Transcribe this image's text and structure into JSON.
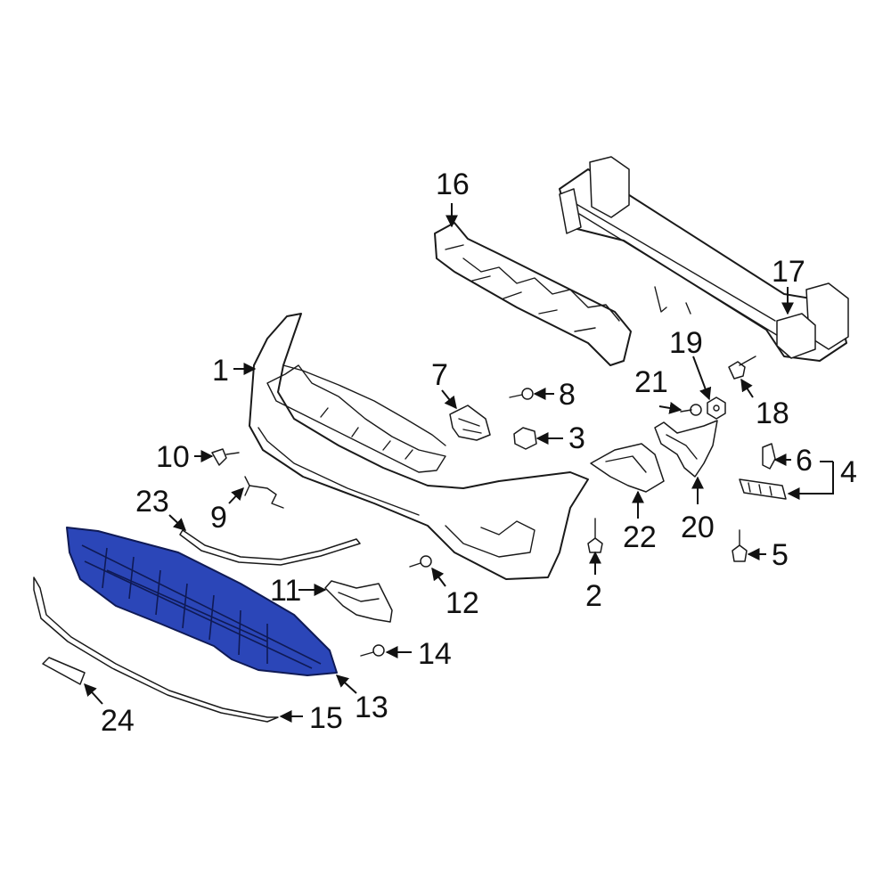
{
  "diagram": {
    "highlight_color": "#2b46b8",
    "callouts": [
      {
        "id": "c1",
        "label": "1"
      },
      {
        "id": "c2",
        "label": "2"
      },
      {
        "id": "c3",
        "label": "3"
      },
      {
        "id": "c4",
        "label": "4"
      },
      {
        "id": "c5",
        "label": "5"
      },
      {
        "id": "c6",
        "label": "6"
      },
      {
        "id": "c7",
        "label": "7"
      },
      {
        "id": "c8",
        "label": "8"
      },
      {
        "id": "c9",
        "label": "9"
      },
      {
        "id": "c10",
        "label": "10"
      },
      {
        "id": "c11",
        "label": "11"
      },
      {
        "id": "c12",
        "label": "12"
      },
      {
        "id": "c13",
        "label": "13"
      },
      {
        "id": "c14",
        "label": "14"
      },
      {
        "id": "c15",
        "label": "15"
      },
      {
        "id": "c16",
        "label": "16"
      },
      {
        "id": "c17",
        "label": "17"
      },
      {
        "id": "c18",
        "label": "18"
      },
      {
        "id": "c19",
        "label": "19"
      },
      {
        "id": "c20",
        "label": "20"
      },
      {
        "id": "c21",
        "label": "21"
      },
      {
        "id": "c22",
        "label": "22"
      },
      {
        "id": "c23",
        "label": "23"
      },
      {
        "id": "c24",
        "label": "24"
      }
    ]
  }
}
